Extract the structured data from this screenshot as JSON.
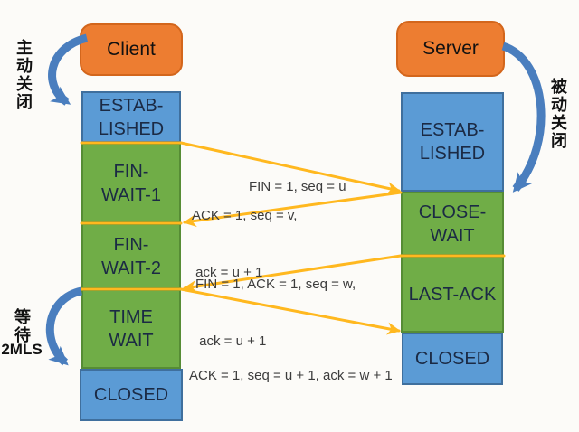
{
  "client": {
    "title": "Client",
    "states": [
      {
        "name": "established",
        "lines": [
          "ESTAB-",
          "LISHED"
        ]
      },
      {
        "name": "fin-wait-1",
        "lines": [
          "FIN-",
          "WAIT-1"
        ]
      },
      {
        "name": "fin-wait-2",
        "lines": [
          "FIN-",
          "WAIT-2"
        ]
      },
      {
        "name": "time-wait",
        "lines": [
          "TIME",
          "WAIT"
        ]
      },
      {
        "name": "closed",
        "lines": [
          "CLOSED"
        ]
      }
    ]
  },
  "server": {
    "title": "Server",
    "states": [
      {
        "name": "established",
        "lines": [
          "ESTAB-",
          "LISHED"
        ]
      },
      {
        "name": "close-wait",
        "lines": [
          "CLOSE-",
          "WAIT"
        ]
      },
      {
        "name": "last-ack",
        "lines": [
          "LAST-ACK"
        ]
      },
      {
        "name": "closed",
        "lines": [
          "CLOSED"
        ]
      }
    ]
  },
  "messages": [
    {
      "name": "fin",
      "lines": [
        "FIN = 1, seq = u"
      ]
    },
    {
      "name": "ack",
      "lines": [
        "ACK = 1, seq = v,",
        " ack = u + 1"
      ]
    },
    {
      "name": "fin-ack",
      "lines": [
        "FIN = 1, ACK = 1, seq = w,",
        " ack = u + 1"
      ]
    },
    {
      "name": "last-ack",
      "lines": [
        "ACK = 1, seq = u + 1, ack = w + 1"
      ]
    }
  ],
  "annotations": {
    "active_close": "主动关闭",
    "passive_close": "被动关闭",
    "wait_label": "等待",
    "wait_duration": "2MLS"
  },
  "colors": {
    "actor_orange": "#ED7D31",
    "actor_border": "#D3661C",
    "state_blue": "#5B9BD5",
    "state_blue_border": "#3F6F9D",
    "state_green": "#70AD47",
    "state_green_border": "#568C35",
    "arrow_gold": "#FFB81F",
    "arrow_blue": "#4A7EBE",
    "text_dark": "#1B2A44",
    "msg_text": "#3C3C3C"
  }
}
